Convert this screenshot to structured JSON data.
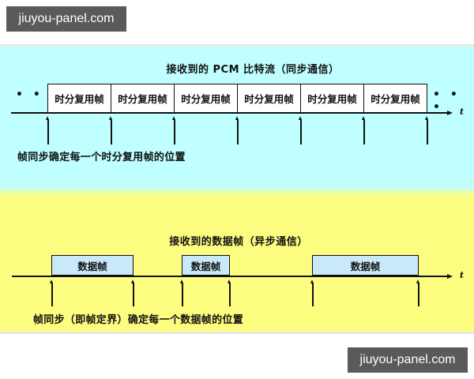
{
  "watermark": {
    "text": "jiuyou-panel.com"
  },
  "colors": {
    "sync_panel_bg": "#bfffff",
    "async_panel_bg": "#fdfd80",
    "data_frame_fill": "#c9e9f9",
    "frame_fill": "#ffffff",
    "watermark_bg": "#5a5a5a"
  },
  "sync": {
    "title": "接收到的 PCM 比特流（同步通信）",
    "leading_dots": "• • •",
    "trailing_dots": "• • •",
    "axis_label": "t",
    "frames": [
      {
        "label": "时分复用帧"
      },
      {
        "label": "时分复用帧"
      },
      {
        "label": "时分复用帧"
      },
      {
        "label": "时分复用帧"
      },
      {
        "label": "时分复用帧"
      },
      {
        "label": "时分复用帧"
      }
    ],
    "caption": "帧同步确定每一个时分复用帧的位置"
  },
  "async": {
    "title": "接收到的数据帧（异步通信）",
    "axis_label": "t",
    "frames": [
      {
        "label": "数据帧"
      },
      {
        "label": "数据帧"
      },
      {
        "label": "数据帧"
      }
    ],
    "caption": "帧同步（即帧定界）确定每一个数据帧的位置"
  }
}
